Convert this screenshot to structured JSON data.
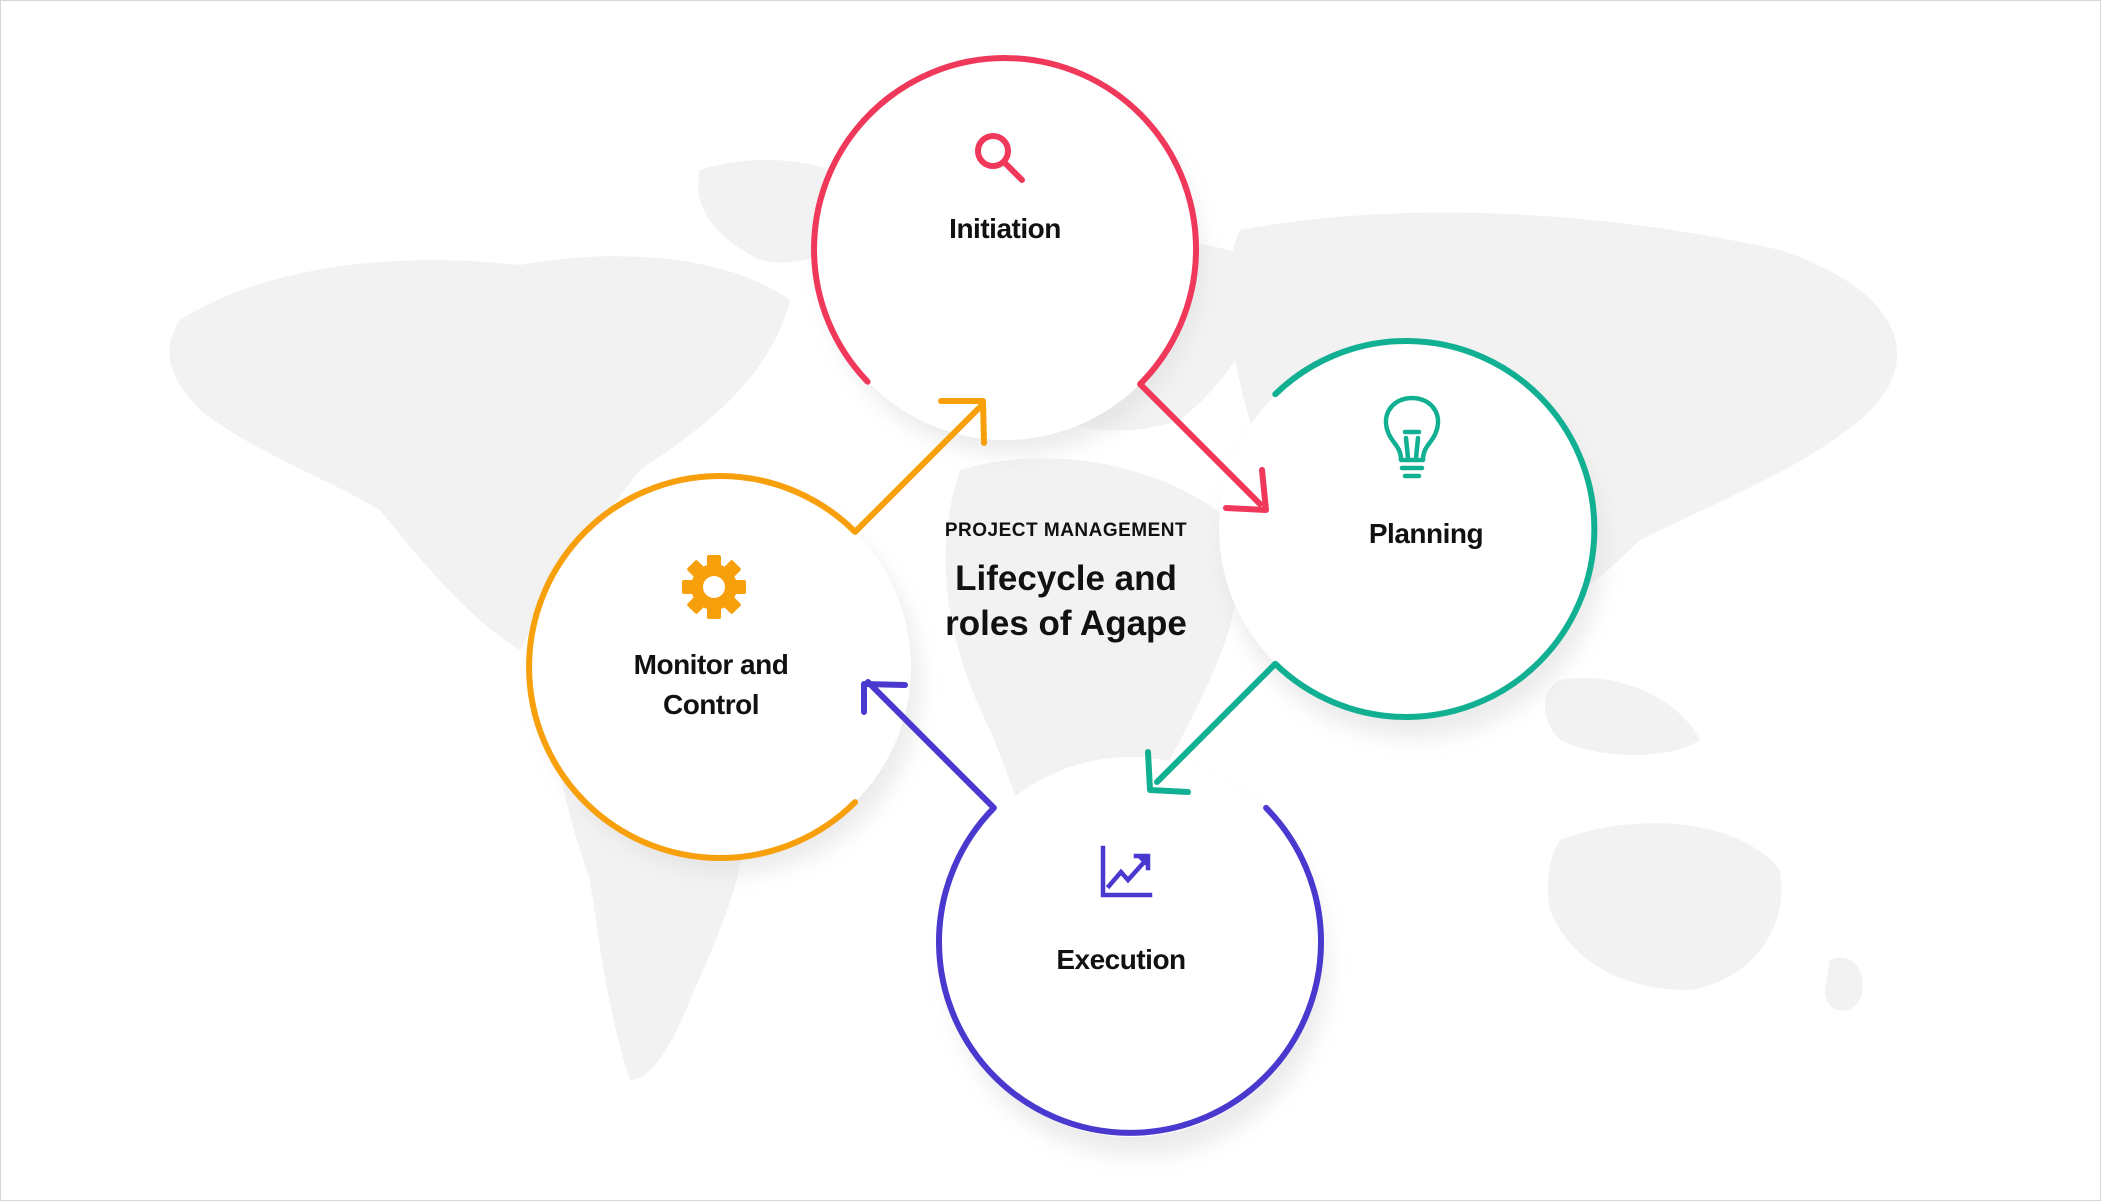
{
  "center": {
    "subtitle": "PROJECT MANAGEMENT",
    "title_line1": "Lifecycle and",
    "title_line2": "roles of Agape"
  },
  "stages": [
    {
      "id": "initiation",
      "label": "Initiation",
      "icon": "magnifier-icon",
      "color": "#f0385a"
    },
    {
      "id": "planning",
      "label": "Planning",
      "icon": "lightbulb-icon",
      "color": "#12b092"
    },
    {
      "id": "execution",
      "label": "Execution",
      "icon": "growth-chart-icon",
      "color": "#4a39cf"
    },
    {
      "id": "monitor",
      "label_line1": "Monitor and",
      "label_line2": "Control",
      "icon": "gear-icon",
      "color": "#f7a00c"
    }
  ],
  "background": {
    "map_color": "#f1f1f1",
    "shadow_color": "#e2e2e2"
  }
}
